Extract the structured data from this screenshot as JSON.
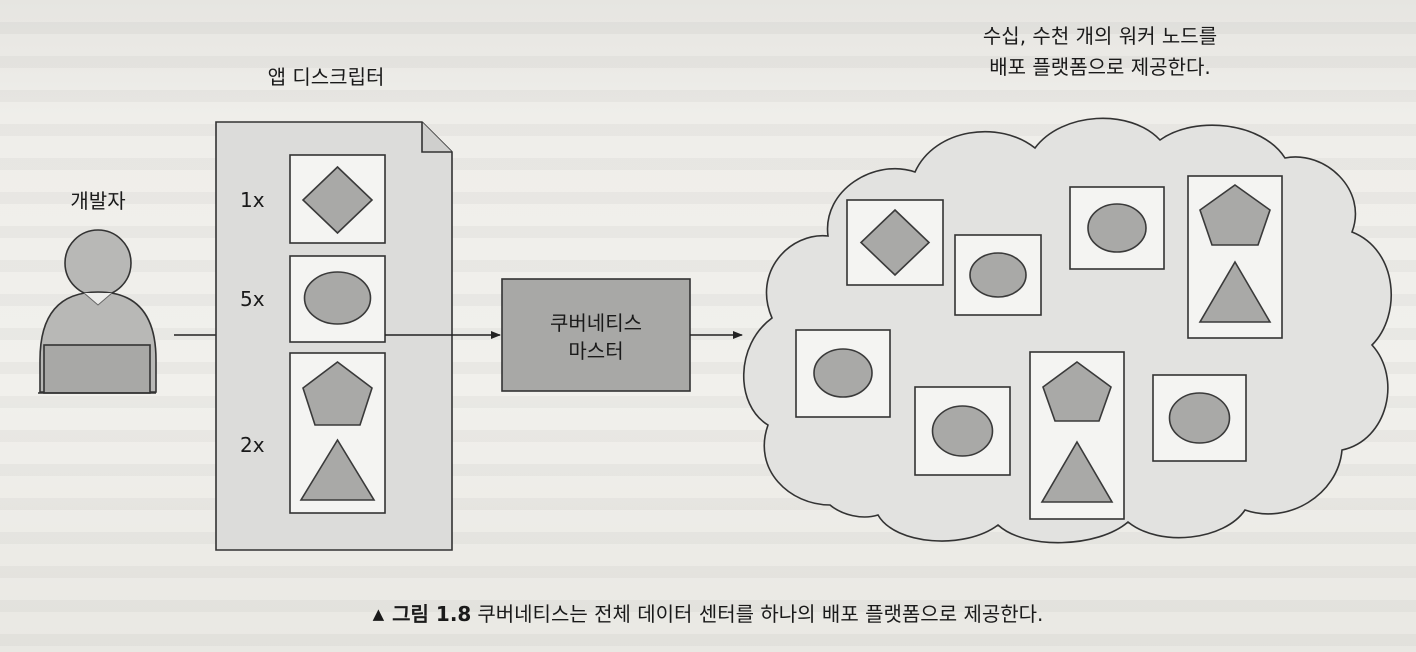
{
  "developer": {
    "label": "개발자"
  },
  "descriptor": {
    "title": "앱 디스크립터",
    "counts": [
      "1x",
      "5x",
      "2x"
    ]
  },
  "master": {
    "line1": "쿠버네티스",
    "line2": "마스터"
  },
  "cloud": {
    "title_line1": "수십, 수천 개의 워커 노드를",
    "title_line2": "배포 플랫폼으로 제공한다."
  },
  "caption": {
    "marker": "▲",
    "label": "그림 1.8",
    "text": "쿠버네티스는 전체 데이터 센터를 하나의 배포 플랫폼으로 제공한다."
  },
  "colors": {
    "shape_fill": "#a9a9a7",
    "shape_stroke": "#3a3a3a",
    "panel_fill": "#dcdcda",
    "box_fill": "#f4f4f2",
    "cloud_fill": "#e2e2e0"
  }
}
